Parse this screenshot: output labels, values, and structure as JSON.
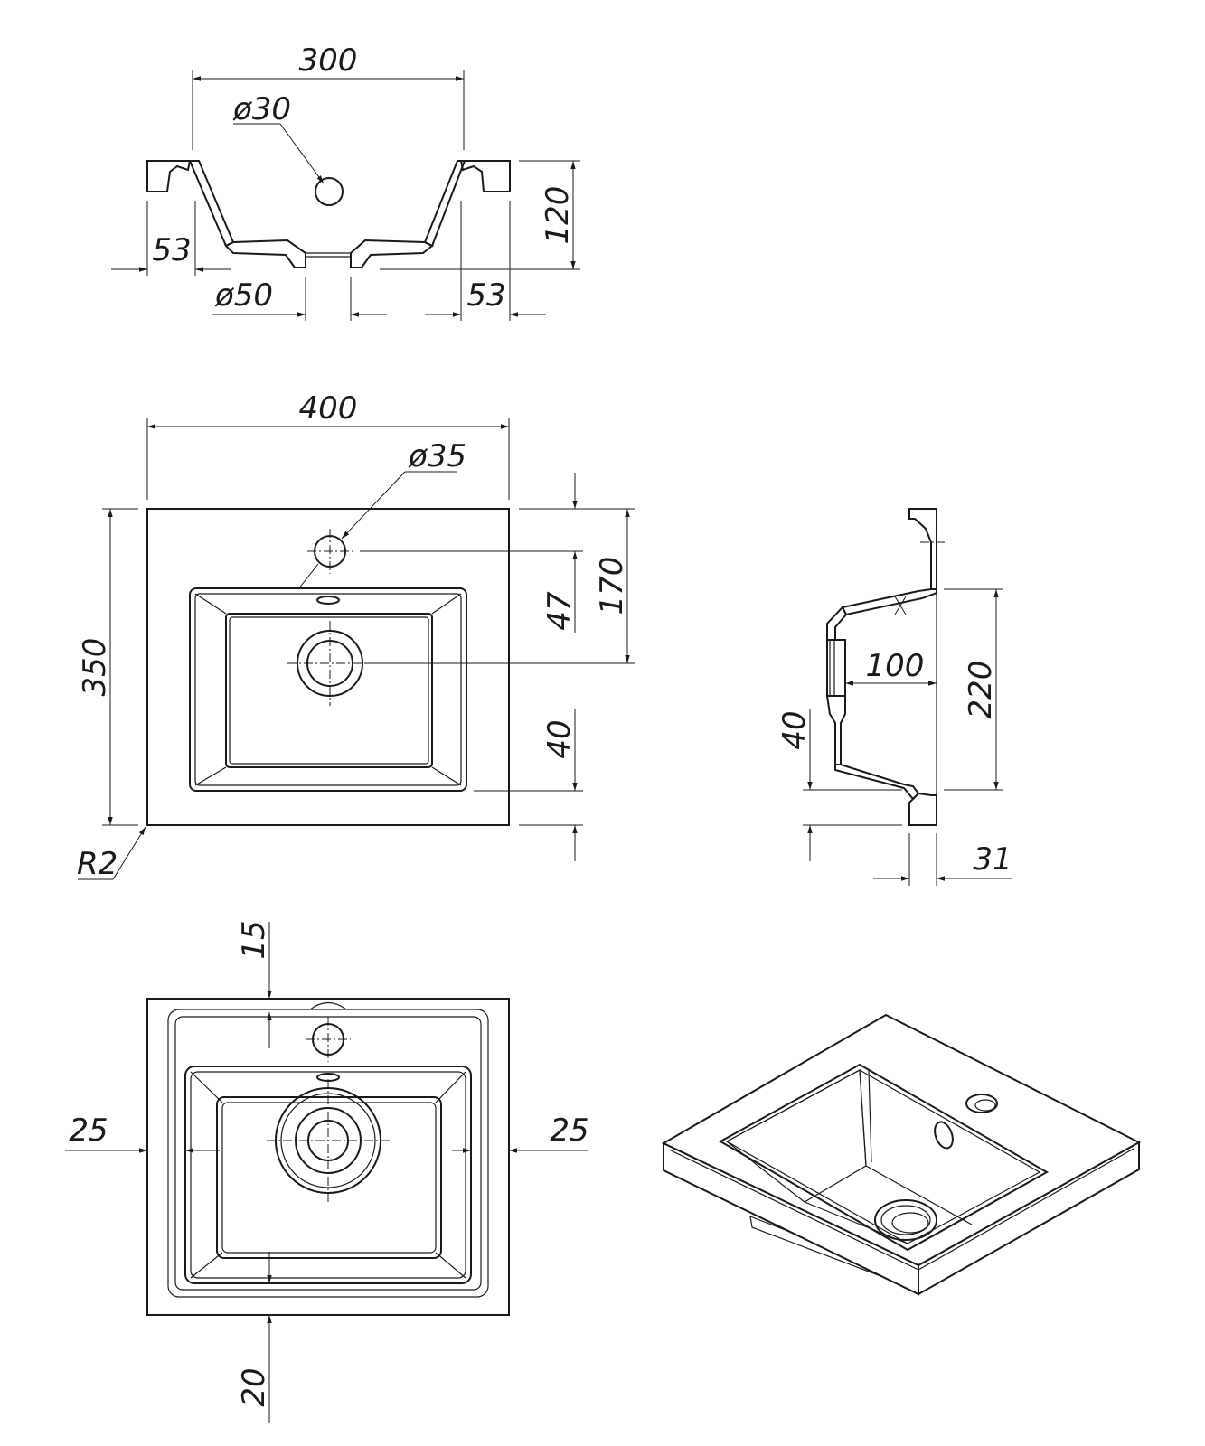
{
  "dimensions": {
    "top_view": {
      "width_300": "300",
      "hole_d30": "ø30",
      "height_120": "120",
      "left_53": "53",
      "right_53": "53",
      "drain_d50": "ø50"
    },
    "plan_view": {
      "width_400": "400",
      "hole_d35": "ø35",
      "height_350": "350",
      "offset_47": "47",
      "offset_170": "170",
      "offset_40": "40",
      "radius_r2": "R2"
    },
    "side_view": {
      "depth_100": "100",
      "height_220": "220",
      "offset_40": "40",
      "thickness_31": "31"
    },
    "bottom_view": {
      "top_15": "15",
      "left_25": "25",
      "right_25": "25",
      "bottom_20": "20"
    }
  }
}
